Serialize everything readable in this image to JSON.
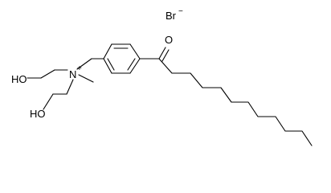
{
  "molecule": {
    "counterion": {
      "symbol": "Br",
      "charge": "−"
    },
    "cation": {
      "nitrogen": {
        "symbol": "N",
        "charge": "+"
      },
      "hydroxyl_top": "HO",
      "hydroxyl_bottom": "HO",
      "carbonyl_oxygen": "O"
    }
  }
}
